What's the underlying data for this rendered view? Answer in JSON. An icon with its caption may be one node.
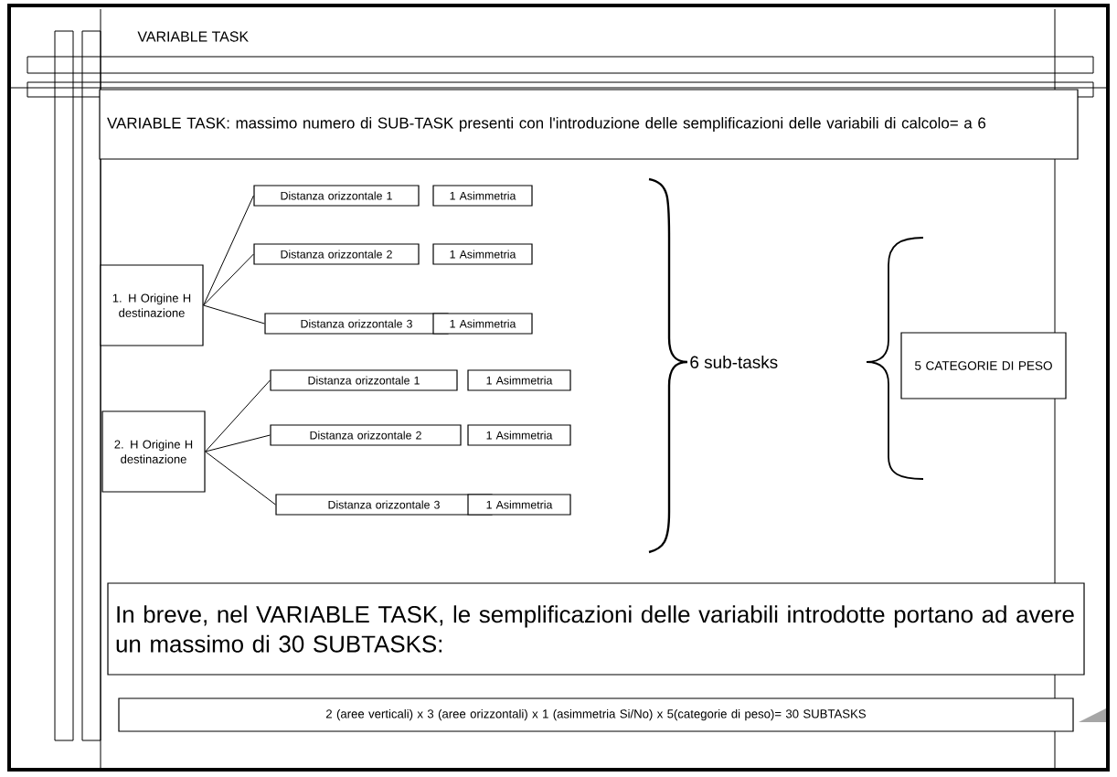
{
  "diagram": {
    "title": "VARIABLE TASK",
    "nodes": [
      {
        "text": [
          "VARIABLE TASK: massimo numero di SUB-TASK presenti con l'introduzione delle semplificazioni delle variabili di calcolo= a 6"
        ]
      },
      {
        "text": [
          "1. H Origine H destinazione"
        ]
      },
      {
        "text": [
          "Distanza orizzontale 1"
        ]
      },
      {
        "text": [
          "Distanza orizzontale 2"
        ]
      },
      {
        "text": [
          "Distanza orizzontale  3"
        ]
      },
      {
        "text": [
          "1 Asimmetria"
        ]
      },
      {
        "text": [
          "1 Asimmetria"
        ]
      },
      {
        "text": [
          "1 Asimmetria"
        ]
      },
      {
        "text": [
          "2. H Origine H destinazione"
        ]
      },
      {
        "text": [
          "Distanza orizzontale 1"
        ]
      },
      {
        "text": [
          "Distanza orizzontale 2"
        ]
      },
      {
        "text": [
          "Distanza orizzontale 3"
        ]
      },
      {
        "text": [
          "1 Asimmetria"
        ]
      },
      {
        "text": [
          "1 Asimmetria"
        ]
      },
      {
        "text": [
          "1 Asimmetria"
        ]
      },
      {
        "text": [
          "5 CATEGORIE DI PESO"
        ]
      },
      {
        "text": [
          "In breve, nel VARIABLE TASK, le semplificazioni delle variabili introdotte portano ad avere un massimo di 30 SUBTASKS:"
        ]
      },
      {
        "text": [
          "2 (aree verticali) x 3 (aree orizzontali) x 1 (asimmetria Si/No) x 5(categorie di peso)= 30 SUBTASKS"
        ]
      }
    ],
    "edges": [
      {
        "from": 1,
        "to": 2,
        "arrow": "none"
      },
      {
        "from": 1,
        "to": 3,
        "arrow": "none"
      },
      {
        "from": 1,
        "to": 4,
        "arrow": "none"
      },
      {
        "from": 8,
        "to": 9,
        "arrow": "none"
      },
      {
        "from": 8,
        "to": 10,
        "arrow": "none"
      },
      {
        "from": 8,
        "to": 11,
        "arrow": "none"
      }
    ],
    "labels": [
      "6 sub-tasks"
    ]
  }
}
